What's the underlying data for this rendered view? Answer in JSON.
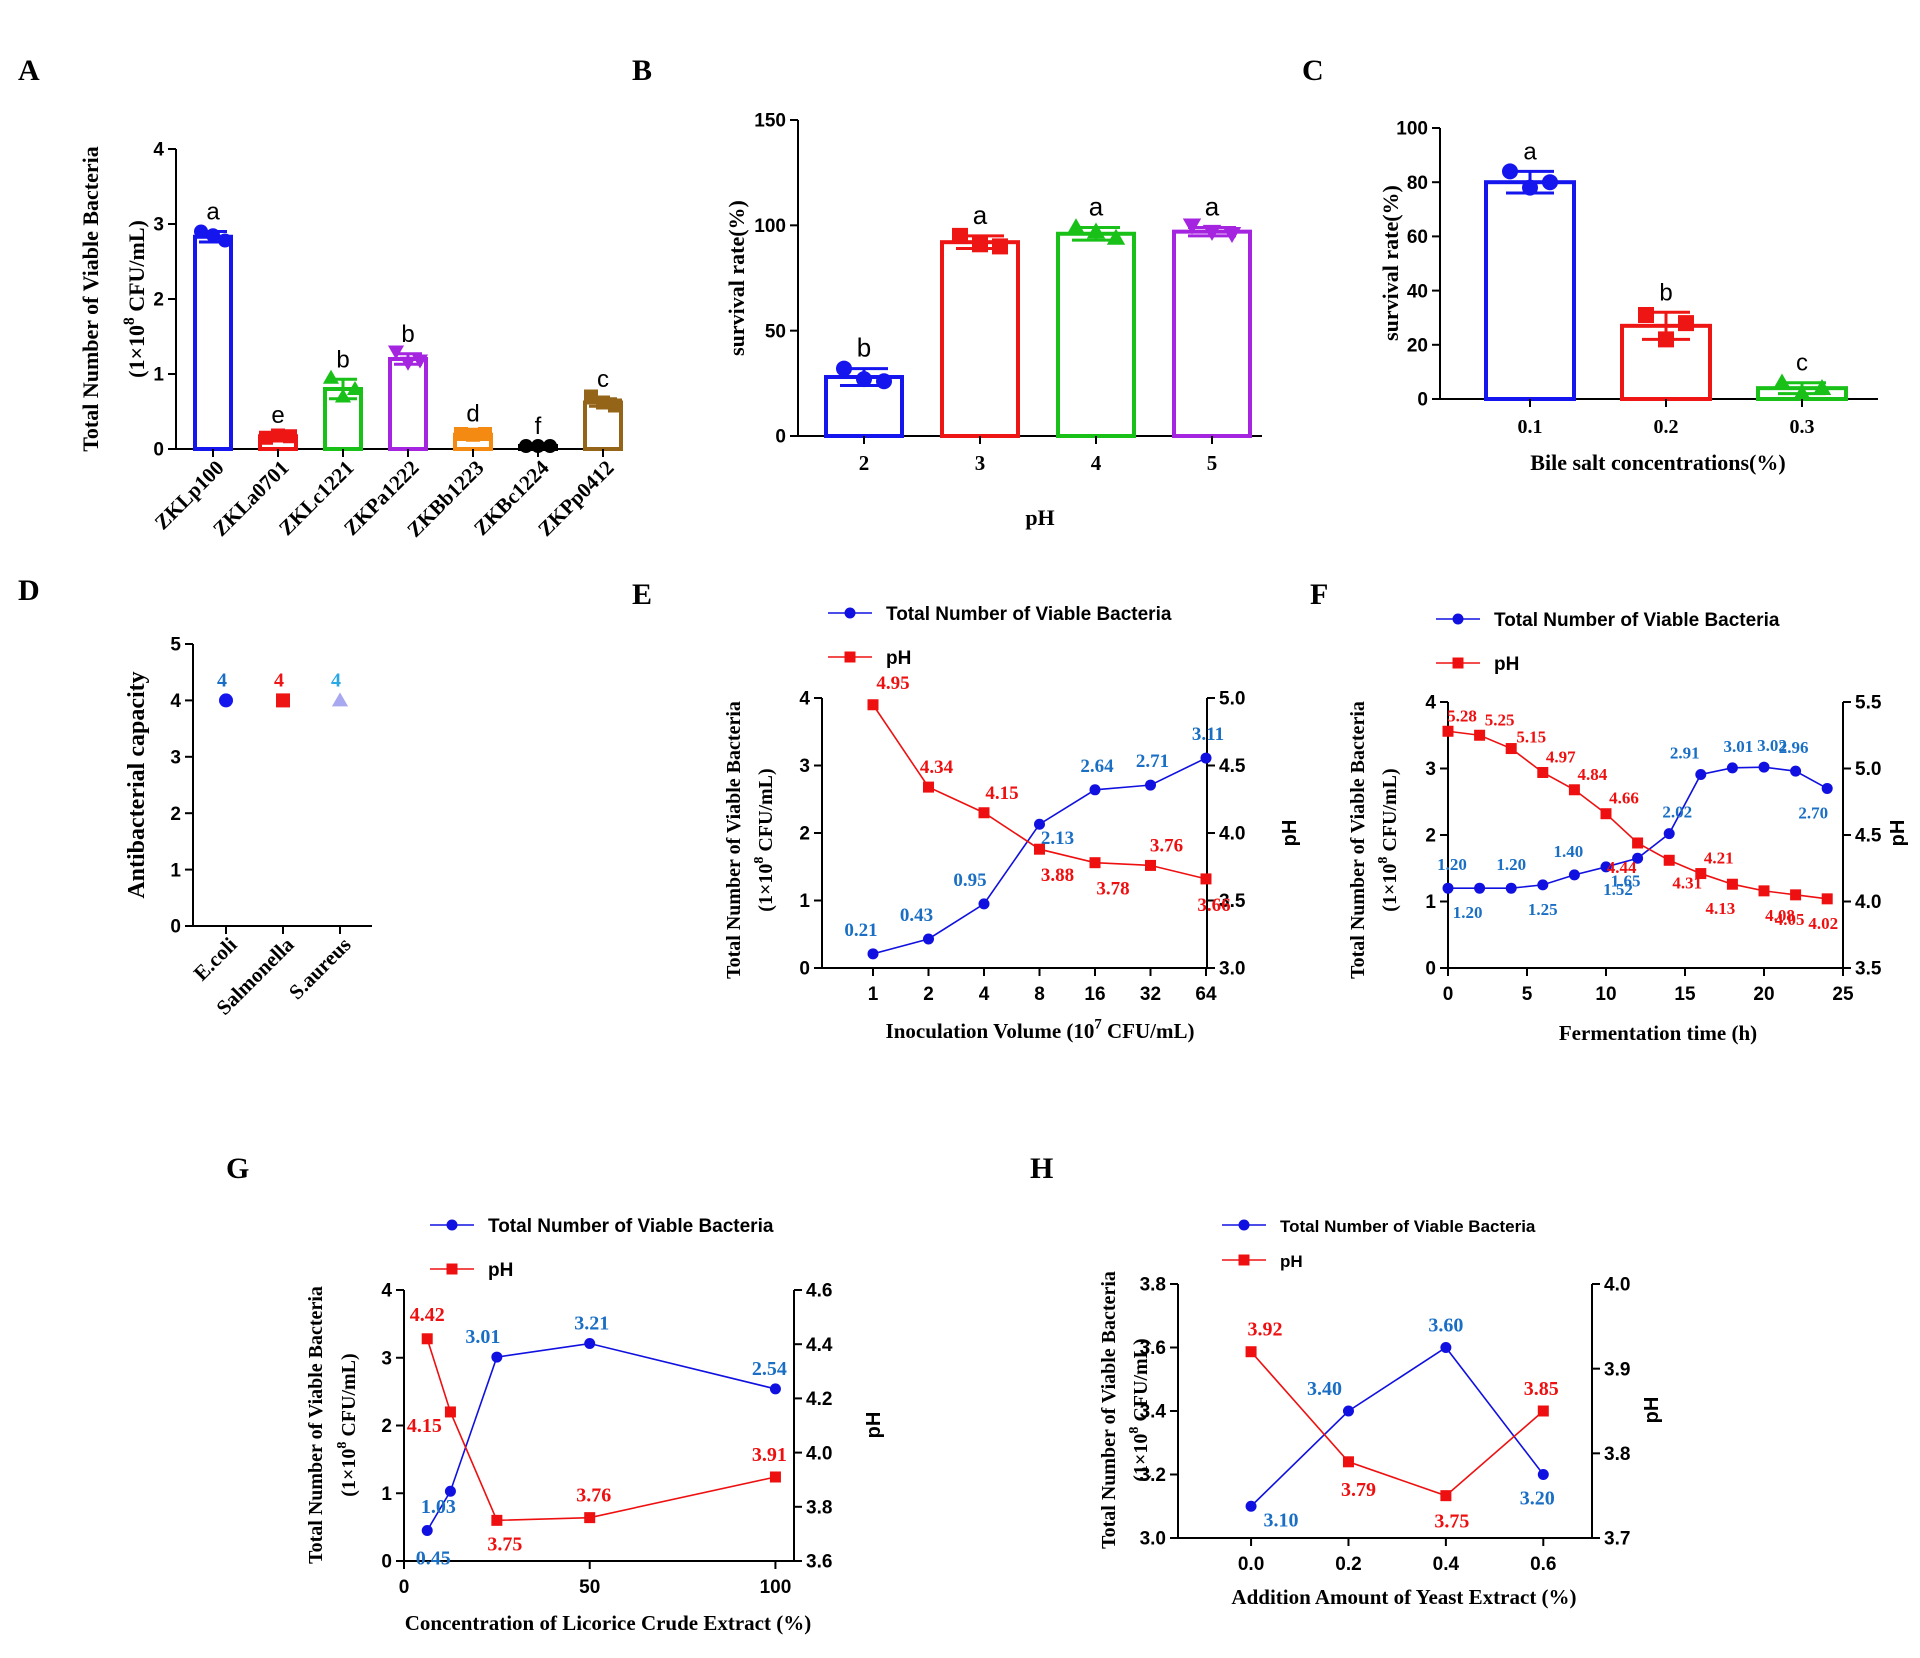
{
  "colors": {
    "blue": "#1515ee",
    "red": "#ee1515",
    "green": "#18c018",
    "purple": "#a424e0",
    "orange": "#f58a12",
    "black": "#000000",
    "brown": "#946418",
    "label_blue": "#1a6fc4",
    "light_blue": "#2aa8e6",
    "light_purple": "#a8a8f0",
    "series_blue": "#1010e0",
    "series_red": "#ee1010"
  },
  "chart_data": [
    {
      "id": "A",
      "panel_label": "A",
      "type": "bar",
      "categories": [
        "ZKLp100",
        "ZKLa0701",
        "ZKLc1221",
        "ZKPa1222",
        "ZKBb1223",
        "ZKBc1224",
        "ZKPp0412"
      ],
      "values": [
        2.83,
        0.17,
        0.8,
        1.2,
        0.19,
        0.04,
        0.62
      ],
      "errors": [
        0.07,
        0.02,
        0.13,
        0.07,
        0.02,
        0.0,
        0.05
      ],
      "points": [
        [
          2.9,
          2.85,
          2.78
        ],
        [
          0.15,
          0.18,
          0.17
        ],
        [
          0.95,
          0.7,
          0.8
        ],
        [
          1.3,
          1.15,
          1.18
        ],
        [
          0.2,
          0.19,
          0.2
        ],
        [
          0.04,
          0.04,
          0.04
        ],
        [
          0.7,
          0.62,
          0.58
        ]
      ],
      "letters": [
        "a",
        "e",
        "b",
        "b",
        "d",
        "f",
        "c"
      ],
      "bar_colors": [
        "blue",
        "red",
        "green",
        "purple",
        "orange",
        "black",
        "brown"
      ],
      "markers": [
        "circle",
        "square",
        "triangle-up",
        "triangle-down",
        "square",
        "circle",
        "square"
      ],
      "ylabel": "Total Number of Viable Bacteria",
      "ylabel_line2_prefix": "(1×10",
      "ylabel_line2_sup": "8",
      "ylabel_line2_suffix": " CFU/mL)",
      "xlabel": "",
      "ylim": [
        0,
        4
      ],
      "yticks": [
        "0",
        "1",
        "2",
        "3",
        "4"
      ]
    },
    {
      "id": "B",
      "panel_label": "B",
      "type": "bar",
      "categories": [
        "2",
        "3",
        "4",
        "5"
      ],
      "values": [
        28,
        92,
        96,
        97
      ],
      "errors": [
        4,
        3,
        3,
        2
      ],
      "points": [
        [
          32,
          27,
          26
        ],
        [
          95,
          91,
          90
        ],
        [
          99,
          97,
          94
        ],
        [
          100,
          97,
          96
        ]
      ],
      "letters": [
        "b",
        "a",
        "a",
        "a"
      ],
      "bar_colors": [
        "blue",
        "red",
        "green",
        "purple"
      ],
      "markers": [
        "circle",
        "square",
        "triangle-up",
        "triangle-down"
      ],
      "ylabel": "survival rate(%)",
      "xlabel": "pH",
      "ylim": [
        0,
        150
      ],
      "yticks": [
        "0",
        "50",
        "100",
        "150"
      ]
    },
    {
      "id": "C",
      "panel_label": "C",
      "type": "bar",
      "categories": [
        "0.1",
        "0.2",
        "0.3"
      ],
      "values": [
        80,
        27,
        4
      ],
      "errors": [
        4,
        5,
        2
      ],
      "points": [
        [
          84,
          78,
          80
        ],
        [
          31,
          22,
          28
        ],
        [
          6,
          2,
          4
        ]
      ],
      "letters": [
        "a",
        "b",
        "c"
      ],
      "bar_colors": [
        "blue",
        "red",
        "green"
      ],
      "markers": [
        "circle",
        "square",
        "triangle-up"
      ],
      "ylabel": "survival rate(%)",
      "xlabel": "Bile salt concentrations(%)",
      "ylim": [
        0,
        100
      ],
      "yticks": [
        "0",
        "20",
        "40",
        "60",
        "80",
        "100"
      ]
    },
    {
      "id": "D",
      "panel_label": "D",
      "type": "scatter",
      "categories": [
        "E.coli",
        "Salmonella",
        "S.aureus"
      ],
      "values": [
        4,
        4,
        4
      ],
      "value_labels": [
        "4",
        "4",
        "4"
      ],
      "point_colors": [
        "blue",
        "red",
        "light_purple"
      ],
      "label_colors": [
        "label_blue",
        "red",
        "light_blue"
      ],
      "markers": [
        "circle",
        "square",
        "triangle-up"
      ],
      "ylabel": "Antibacterial capacity",
      "ylim": [
        0,
        5
      ],
      "yticks": [
        "0",
        "1",
        "2",
        "3",
        "4",
        "5"
      ]
    },
    {
      "id": "E",
      "panel_label": "E",
      "type": "line",
      "x": [
        "1",
        "2",
        "4",
        "8",
        "16",
        "32",
        "64"
      ],
      "series": [
        {
          "name": "Total Number of Viable Bacteria",
          "axis": "left",
          "values": [
            0.21,
            0.43,
            0.95,
            2.13,
            2.64,
            2.71,
            3.11
          ],
          "labels": [
            "0.21",
            "0.43",
            "0.95",
            "2.13",
            "2.64",
            "2.71",
            "3.11"
          ]
        },
        {
          "name": "pH",
          "axis": "right",
          "values": [
            4.95,
            4.34,
            4.15,
            3.88,
            3.78,
            3.76,
            3.66
          ],
          "labels": [
            "4.95",
            "4.34",
            "4.15",
            "3.88",
            "3.78",
            "3.76",
            "3.66"
          ]
        }
      ],
      "ylabel": "Total Number of Viable Bacteria",
      "ylabel_line2_prefix": "(1×10",
      "ylabel_line2_sup": "8",
      "ylabel_line2_suffix": " CFU/mL)",
      "y2label": "pH",
      "xlabel_prefix": "Inoculation Volume (10",
      "xlabel_sup": "7",
      "xlabel_suffix": " CFU/mL)",
      "ylim": [
        0,
        4
      ],
      "y2lim": [
        3.0,
        5.0
      ],
      "yticks": [
        "0",
        "1",
        "2",
        "3",
        "4"
      ],
      "y2ticks": [
        "3.0",
        "3.5",
        "4.0",
        "4.5",
        "5.0"
      ]
    },
    {
      "id": "F",
      "panel_label": "F",
      "type": "line",
      "x": [
        0,
        2,
        4,
        6,
        8,
        10,
        12,
        14,
        16,
        18,
        20,
        22,
        24
      ],
      "series": [
        {
          "name": "Total Number of Viable Bacteria",
          "axis": "left",
          "values": [
            1.2,
            1.2,
            1.2,
            1.25,
            1.4,
            1.52,
            1.65,
            2.02,
            2.91,
            3.01,
            3.02,
            2.96,
            2.7
          ],
          "labels": [
            "1.20",
            "1.20",
            "1.20",
            "1.25",
            "1.40",
            "1.52",
            "1.65",
            "2.02",
            "2.91",
            "3.01",
            "3.02",
            "2.96",
            "2.70"
          ]
        },
        {
          "name": "pH",
          "axis": "right",
          "values": [
            5.28,
            5.25,
            5.15,
            4.97,
            4.84,
            4.66,
            4.44,
            4.31,
            4.21,
            4.13,
            4.08,
            4.05,
            4.02
          ],
          "labels": [
            "5.28",
            "5.25",
            "5.15",
            "4.97",
            "4.84",
            "4.66",
            "4.44",
            "4.31",
            "4.21",
            "4.13",
            "4.08",
            "4.05",
            "4.02"
          ]
        }
      ],
      "ylabel": "Total Number of Viable Bacteria",
      "ylabel_line2_prefix": "(1×10",
      "ylabel_line2_sup": "8",
      "ylabel_line2_suffix": " CFU/mL)",
      "y2label": "pH",
      "xlabel": "Fermentation time (h)",
      "xlim": [
        0,
        25
      ],
      "ylim": [
        0,
        4
      ],
      "y2lim": [
        3.5,
        5.5
      ],
      "xticks": [
        "0",
        "5",
        "10",
        "15",
        "20",
        "25"
      ],
      "yticks": [
        "0",
        "1",
        "2",
        "3",
        "4"
      ],
      "y2ticks": [
        "3.5",
        "4.0",
        "4.5",
        "5.0",
        "5.5"
      ]
    },
    {
      "id": "G",
      "panel_label": "G",
      "type": "line",
      "x": [
        6.25,
        12.5,
        25,
        50,
        100
      ],
      "series": [
        {
          "name": "Total Number of Viable Bacteria",
          "axis": "left",
          "values": [
            0.45,
            1.03,
            3.01,
            3.21,
            2.54
          ],
          "labels": [
            "0.45",
            "1.03",
            "3.01",
            "3.21",
            "2.54"
          ]
        },
        {
          "name": "pH",
          "axis": "right",
          "values": [
            4.42,
            4.15,
            3.75,
            3.76,
            3.91
          ],
          "labels": [
            "4.42",
            "4.15",
            "3.75",
            "3.76",
            "3.91"
          ]
        }
      ],
      "ylabel": "Total Number of Viable Bacteria",
      "ylabel_line2_prefix": "(1×10",
      "ylabel_line2_sup": "8",
      "ylabel_line2_suffix": " CFU/mL)",
      "y2label": "pH",
      "xlabel": "Concentration of Licorice Crude Extract (%)",
      "xlim": [
        0,
        105
      ],
      "ylim": [
        0,
        4
      ],
      "y2lim": [
        3.6,
        4.6
      ],
      "xticks": [
        "0",
        "50",
        "100"
      ],
      "yticks": [
        "0",
        "1",
        "2",
        "3",
        "4"
      ],
      "y2ticks": [
        "3.6",
        "3.8",
        "4.0",
        "4.2",
        "4.4",
        "4.6"
      ]
    },
    {
      "id": "H",
      "panel_label": "H",
      "type": "line",
      "x": [
        0.0,
        0.2,
        0.4,
        0.6
      ],
      "series": [
        {
          "name": "Total Number of Viable Bacteria",
          "axis": "left",
          "values": [
            3.1,
            3.4,
            3.6,
            3.2
          ],
          "labels": [
            "3.10",
            "3.40",
            "3.60",
            "3.20"
          ]
        },
        {
          "name": "pH",
          "axis": "right",
          "values": [
            3.92,
            3.79,
            3.75,
            3.85
          ],
          "labels": [
            "3.92",
            "3.79",
            "3.75",
            "3.85"
          ]
        }
      ],
      "ylabel": "Total Number of Viable Bacteria",
      "ylabel_line2_prefix": "(1×10",
      "ylabel_line2_sup": "8",
      "ylabel_line2_suffix": " CFU/mL)",
      "y2label": "pH",
      "xlabel": "Addition Amount of Yeast Extract (%)",
      "xlim": [
        -0.15,
        0.7
      ],
      "ylim": [
        3.0,
        3.8
      ],
      "y2lim": [
        3.7,
        4.0
      ],
      "xticks": [
        "0.0",
        "0.2",
        "0.4",
        "0.6"
      ],
      "yticks": [
        "3.0",
        "3.2",
        "3.4",
        "3.6",
        "3.8"
      ],
      "y2ticks": [
        "3.7",
        "3.8",
        "3.9",
        "4.0"
      ]
    }
  ]
}
